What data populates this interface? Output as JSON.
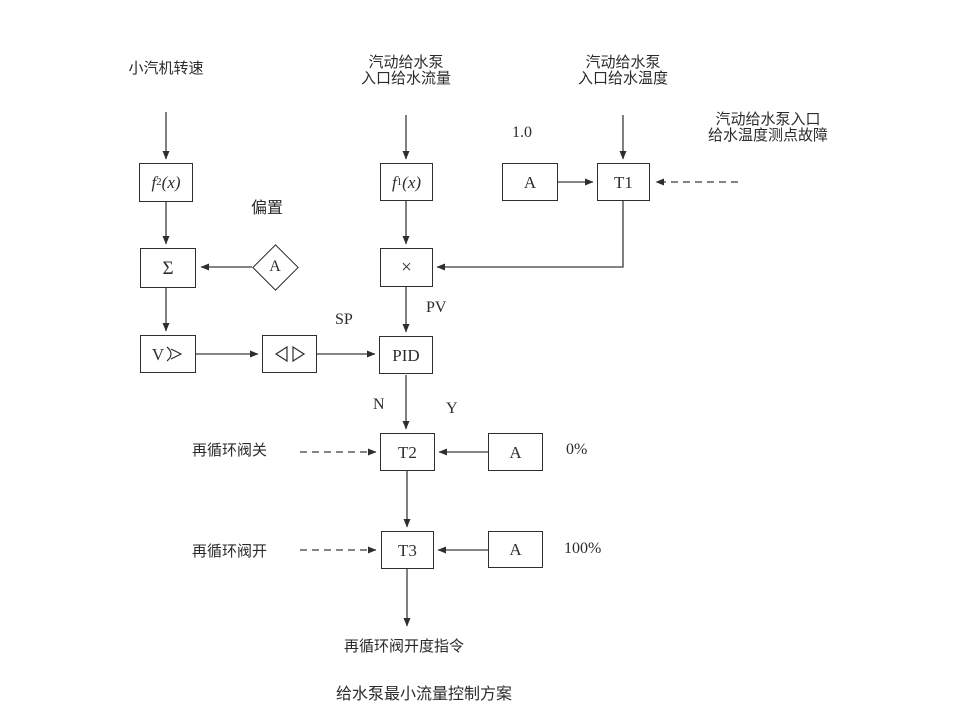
{
  "page": {
    "background": "#ffffff",
    "line_color": "#3b3b3b",
    "text_color": "#2b2b2b"
  },
  "labels": {
    "turbine_speed": "小汽机转速",
    "flow_line1": "汽动给水泵",
    "flow_line2": "入口给水流量",
    "temp_line1": "汽动给水泵",
    "temp_line2": "入口给水温度",
    "fault_line1": "汽动给水泵入口",
    "fault_line2": "给水温度测点故障",
    "const_one": "1.0",
    "bias": "偏置",
    "sp": "SP",
    "pv": "PV",
    "n": "N",
    "y": "Y",
    "zero_percent": "0%",
    "hundred_percent": "100%",
    "valve_close": "再循环阀关",
    "valve_open": "再循环阀开",
    "output": "再循环阀开度指令",
    "caption": "给水泵最小流量控制方案"
  },
  "blocks": {
    "f2": {
      "fn": "f",
      "sub": "2",
      "arg": "(x)"
    },
    "f1": {
      "fn": "f",
      "sub": "1",
      "arg": "(x)"
    },
    "a_top": "A",
    "t1": "T1",
    "sum": "Σ",
    "diamond_a": "A",
    "multiply": "×",
    "rate_limiter_letter": "V",
    "pid": "PID",
    "t2": "T2",
    "a_mid": "A",
    "t3": "T3",
    "a_bottom": "A"
  },
  "icons": {
    "rate_limiter_icon": "rate-limit-arrow-symbol",
    "high_low_limiter_icon": "opposed-open-triangles-symbol"
  }
}
